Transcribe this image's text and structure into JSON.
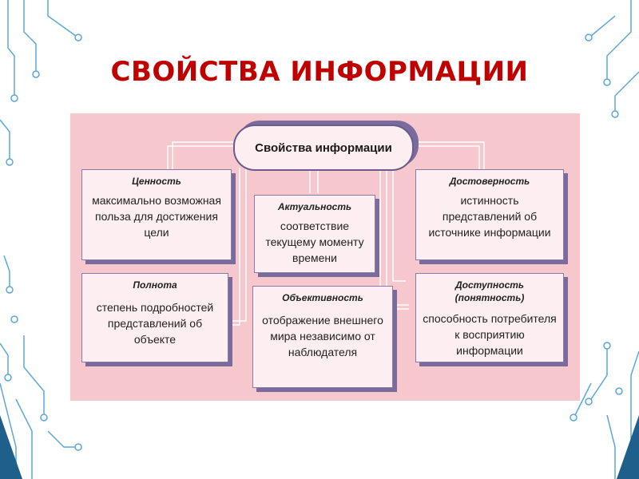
{
  "title": "СВОЙСТВА ИНФОРМАЦИИ",
  "diagram": {
    "center": "Свойства информации",
    "boxes": {
      "cennost": {
        "heading": "Ценность",
        "text": "максимально возможная польза для достижения цели"
      },
      "aktualnost": {
        "heading": "Актуальность",
        "text": "соответствие текущему моменту времени"
      },
      "dostovernost": {
        "heading": "Достоверность",
        "text": "истинность представлений об источнике информации"
      },
      "polnota": {
        "heading": "Полнота",
        "text": "степень подробностей представлений об объекте"
      },
      "obektivnost": {
        "heading": "Объективность",
        "text": "отображение внешнего мира независимо от наблюдателя"
      },
      "dostupnost": {
        "heading": "Доступность (понятность)",
        "text": "способность потребителя к восприятию информации"
      }
    }
  },
  "colors": {
    "title": "#c00000",
    "panel": "#f6c7cc",
    "box": "#fdeff1",
    "shadow": "#7a6b9c",
    "circuit": "#5aa7d8"
  }
}
